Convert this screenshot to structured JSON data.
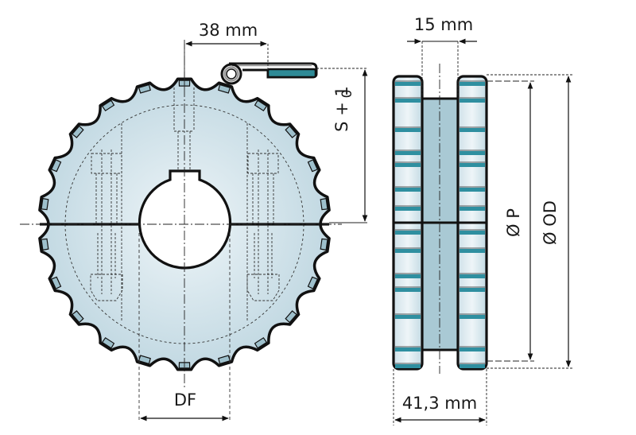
{
  "diagram": {
    "type": "technical-drawing",
    "subject": "split sprocket with chain link",
    "front_view": {
      "teeth_count": 22,
      "labels": {
        "top_dimension": "38 mm",
        "bottom_dimension": "DF",
        "side_dimension_main": "S + 1",
        "side_dimension_tol": "0"
      }
    },
    "side_view": {
      "labels": {
        "top_dimension": "15 mm",
        "bottom_dimension": "41,3 mm",
        "pitch_diameter": "Ø P",
        "outer_diameter": "Ø OD"
      }
    },
    "colors": {
      "body_fill": "#c9dde6",
      "body_fill_light": "#e8f1f5",
      "hub_fill": "#a9c9d4",
      "stripe": "#2f8fa0",
      "outline": "#111111",
      "chain_teal": "#2e8a96",
      "chain_grey": "#9a9a9a"
    }
  }
}
